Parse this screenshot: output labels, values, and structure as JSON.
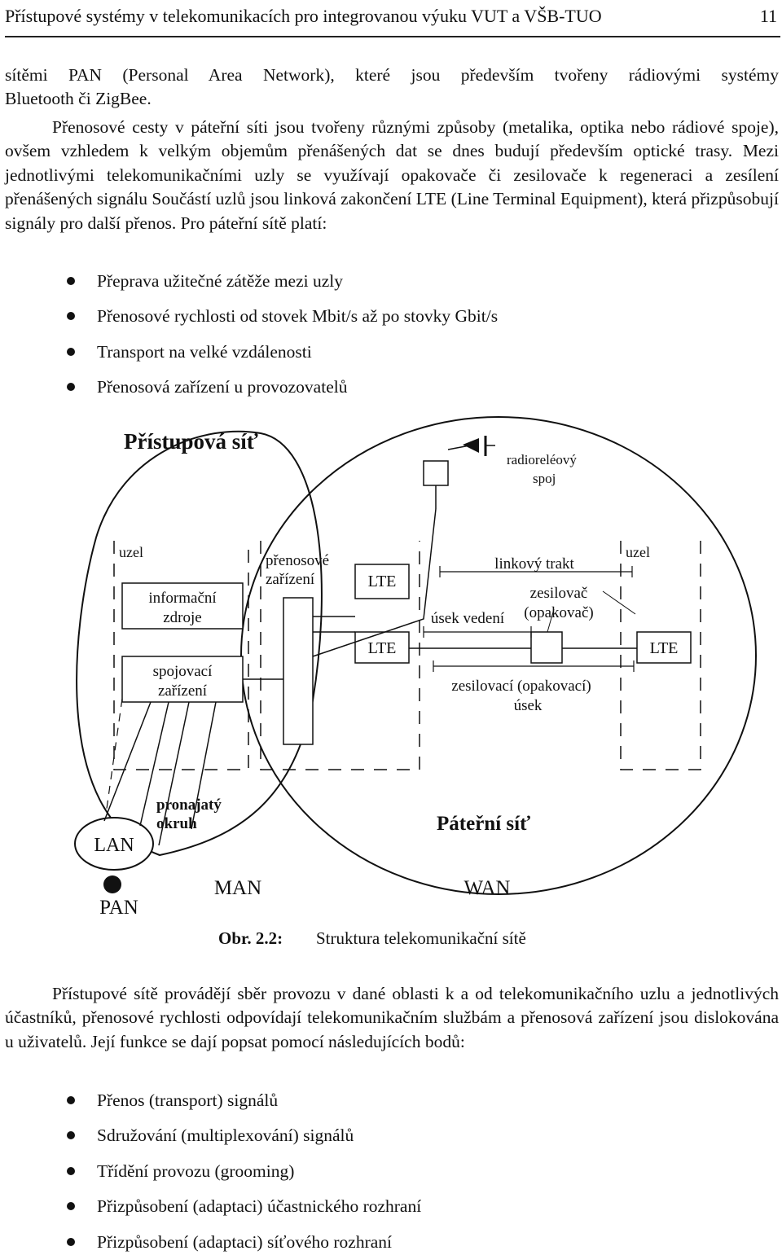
{
  "header": {
    "title": "Přístupové systémy v telekomunikacích pro integrovanou výuku VUT a VŠB-TUO",
    "page_number": "11"
  },
  "paragraphs": {
    "p1_line1": "sítěmi PAN (Personal Area Network), které jsou především tvořeny rádiovými systémy",
    "p1_line2": "Bluetooth či ZigBee.",
    "p2": "Přenosové cesty v páteřní síti jsou tvořeny různými způsoby (metalika, optika nebo rádiové spoje), ovšem vzhledem k velkým objemům přenášených dat se dnes budují především optické trasy. Mezi jednotlivými telekomunikačními uzly se využívají opakovače či zesilovače k regeneraci a zesílení přenášených signálu Součástí uzlů jsou linková zakončení LTE (Line Terminal Equipment), která přizpůsobují signály pro další přenos. Pro páteřní sítě platí:",
    "p3": "Přístupové sítě provádějí sběr provozu v dané oblasti k a od telekomunikačního uzlu a jednotlivých účastníků, přenosové rychlosti odpovídají telekomunikačním službám a přenosová zařízení jsou dislokována u uživatelů. Její funkce se dají popsat pomocí následujících bodů:"
  },
  "backbone_bullets": [
    "Přeprava užitečné zátěže mezi uzly",
    "Přenosové rychlosti od stovek Mbit/s až po stovky Gbit/s",
    "Transport na velké vzdálenosti",
    "Přenosová zařízení u provozovatelů"
  ],
  "access_bullets": [
    "Přenos (transport) signálů",
    "Sdružování (multiplexování) signálů",
    "Třídění provozu (grooming)",
    "Přizpůsobení (adaptaci) účastnického rozhraní",
    "Přizpůsobení (adaptaci) síťového rozhraní"
  ],
  "diagram": {
    "access_network": "Přístupová síť",
    "radio_link_1": "radioreléový",
    "radio_link_2": "spoj",
    "node_left": "uzel",
    "node_right": "uzel",
    "info_sources_1": "informační",
    "info_sources_2": "zdroje",
    "switching_1": "spojovací",
    "switching_2": "zařízení",
    "transmission_1": "přenosové",
    "transmission_2": "zařízení",
    "lte_upper": "LTE",
    "lte_lower": "LTE",
    "lte_right": "LTE",
    "line_path": "linkový trakt",
    "amplifier_1": "zesilovač",
    "amplifier_2": "(opakovač)",
    "line_section": "úsek vedení",
    "amp_section_1": "zesilovací (opakovací)",
    "amp_section_2": "úsek",
    "leased_1": "pronajatý",
    "leased_2": "okruh",
    "backbone": "Páteřní síť",
    "lan": "LAN",
    "pan": "PAN",
    "man": "MAN",
    "wan": "WAN"
  },
  "caption": {
    "label": "Obr. 2.2:",
    "text": "Struktura telekomunikační sítě"
  }
}
